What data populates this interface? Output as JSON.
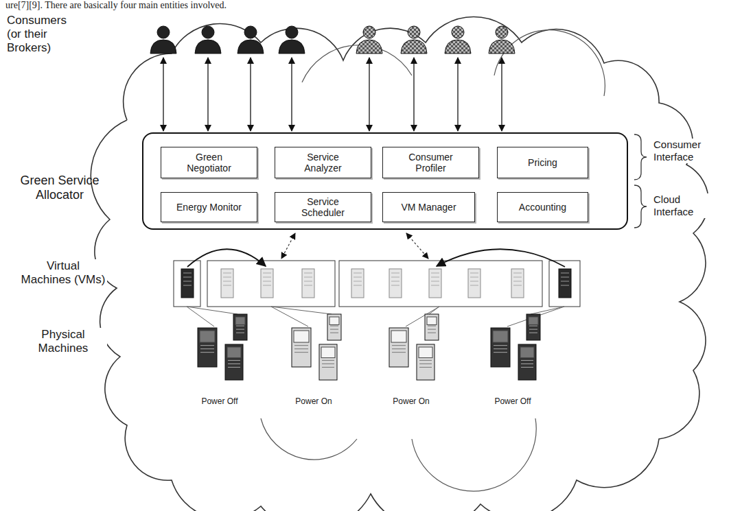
{
  "diagram": {
    "nodes": [
      {
        "text": [
          "Green Service Allocator"
        ]
      },
      {
        "text": [
          "Green Negotiator"
        ],
        "in": 0
      },
      {
        "text": [
          "Service Analyzer"
        ],
        "in": 0
      },
      {
        "text": [
          "Consumer Profiler"
        ],
        "in": 0
      },
      {
        "text": [
          "Pricing"
        ],
        "in": 0
      },
      {
        "text": [
          "Energy Monitor"
        ],
        "in": 0
      },
      {
        "text": [
          "Service Scheduler"
        ],
        "in": 0
      },
      {
        "text": [
          "VM Manager"
        ],
        "in": 0
      },
      {
        "text": [
          "Accounting"
        ],
        "in": 0
      }
    ],
    "labels": [
      "ure[7][9]. There are basically four main entities involved.",
      "Consumers (or their Brokers)",
      "Consumer Interface",
      "Cloud Interface",
      "Virtual Machines (VMs)",
      "Physical Machines",
      "Power Off",
      "Power On",
      "Power On",
      "Power Off"
    ]
  }
}
